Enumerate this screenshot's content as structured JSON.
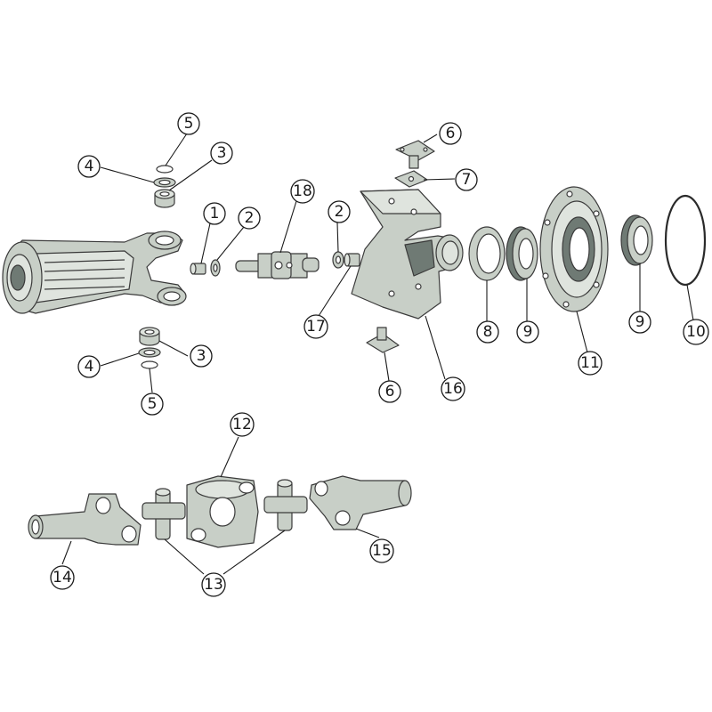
{
  "diagram": {
    "palette": {
      "part_fill": "#c8cfc7",
      "part_shade": "#6f7a74",
      "part_light": "#dfe4de",
      "outline": "#3a3a3a",
      "callout_stroke": "#1a1a1a",
      "background": "#ffffff"
    },
    "callouts": {
      "c1": "1",
      "c2a": "2",
      "c2b": "2",
      "c3a": "3",
      "c3b": "3",
      "c4a": "4",
      "c4b": "4",
      "c5a": "5",
      "c5b": "5",
      "c6a": "6",
      "c6b": "6",
      "c7": "7",
      "c8": "8",
      "c9a": "9",
      "c9b": "9",
      "c10": "10",
      "c11": "11",
      "c12": "12",
      "c13": "13",
      "c14": "14",
      "c15": "15",
      "c16": "16",
      "c17": "17",
      "c18": "18"
    }
  }
}
